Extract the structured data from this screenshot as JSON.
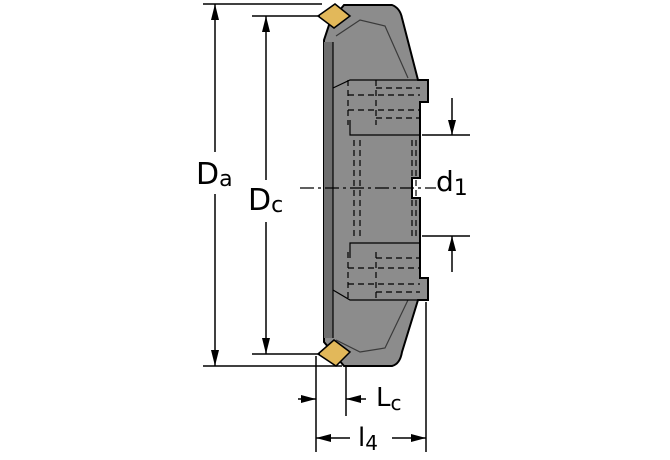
{
  "dimensions": {
    "Da": {
      "main": "D",
      "sub": "a"
    },
    "Dc": {
      "main": "D",
      "sub": "c"
    },
    "d1": {
      "main": "d",
      "sub": "1"
    },
    "Lc": {
      "main": "L",
      "sub": "c"
    },
    "l4": {
      "main": "l",
      "sub": "4"
    }
  },
  "colors": {
    "body": "#8c8c8c",
    "body_dark": "#6e6e6e",
    "insert": "#e2b85a",
    "line": "#000000"
  }
}
